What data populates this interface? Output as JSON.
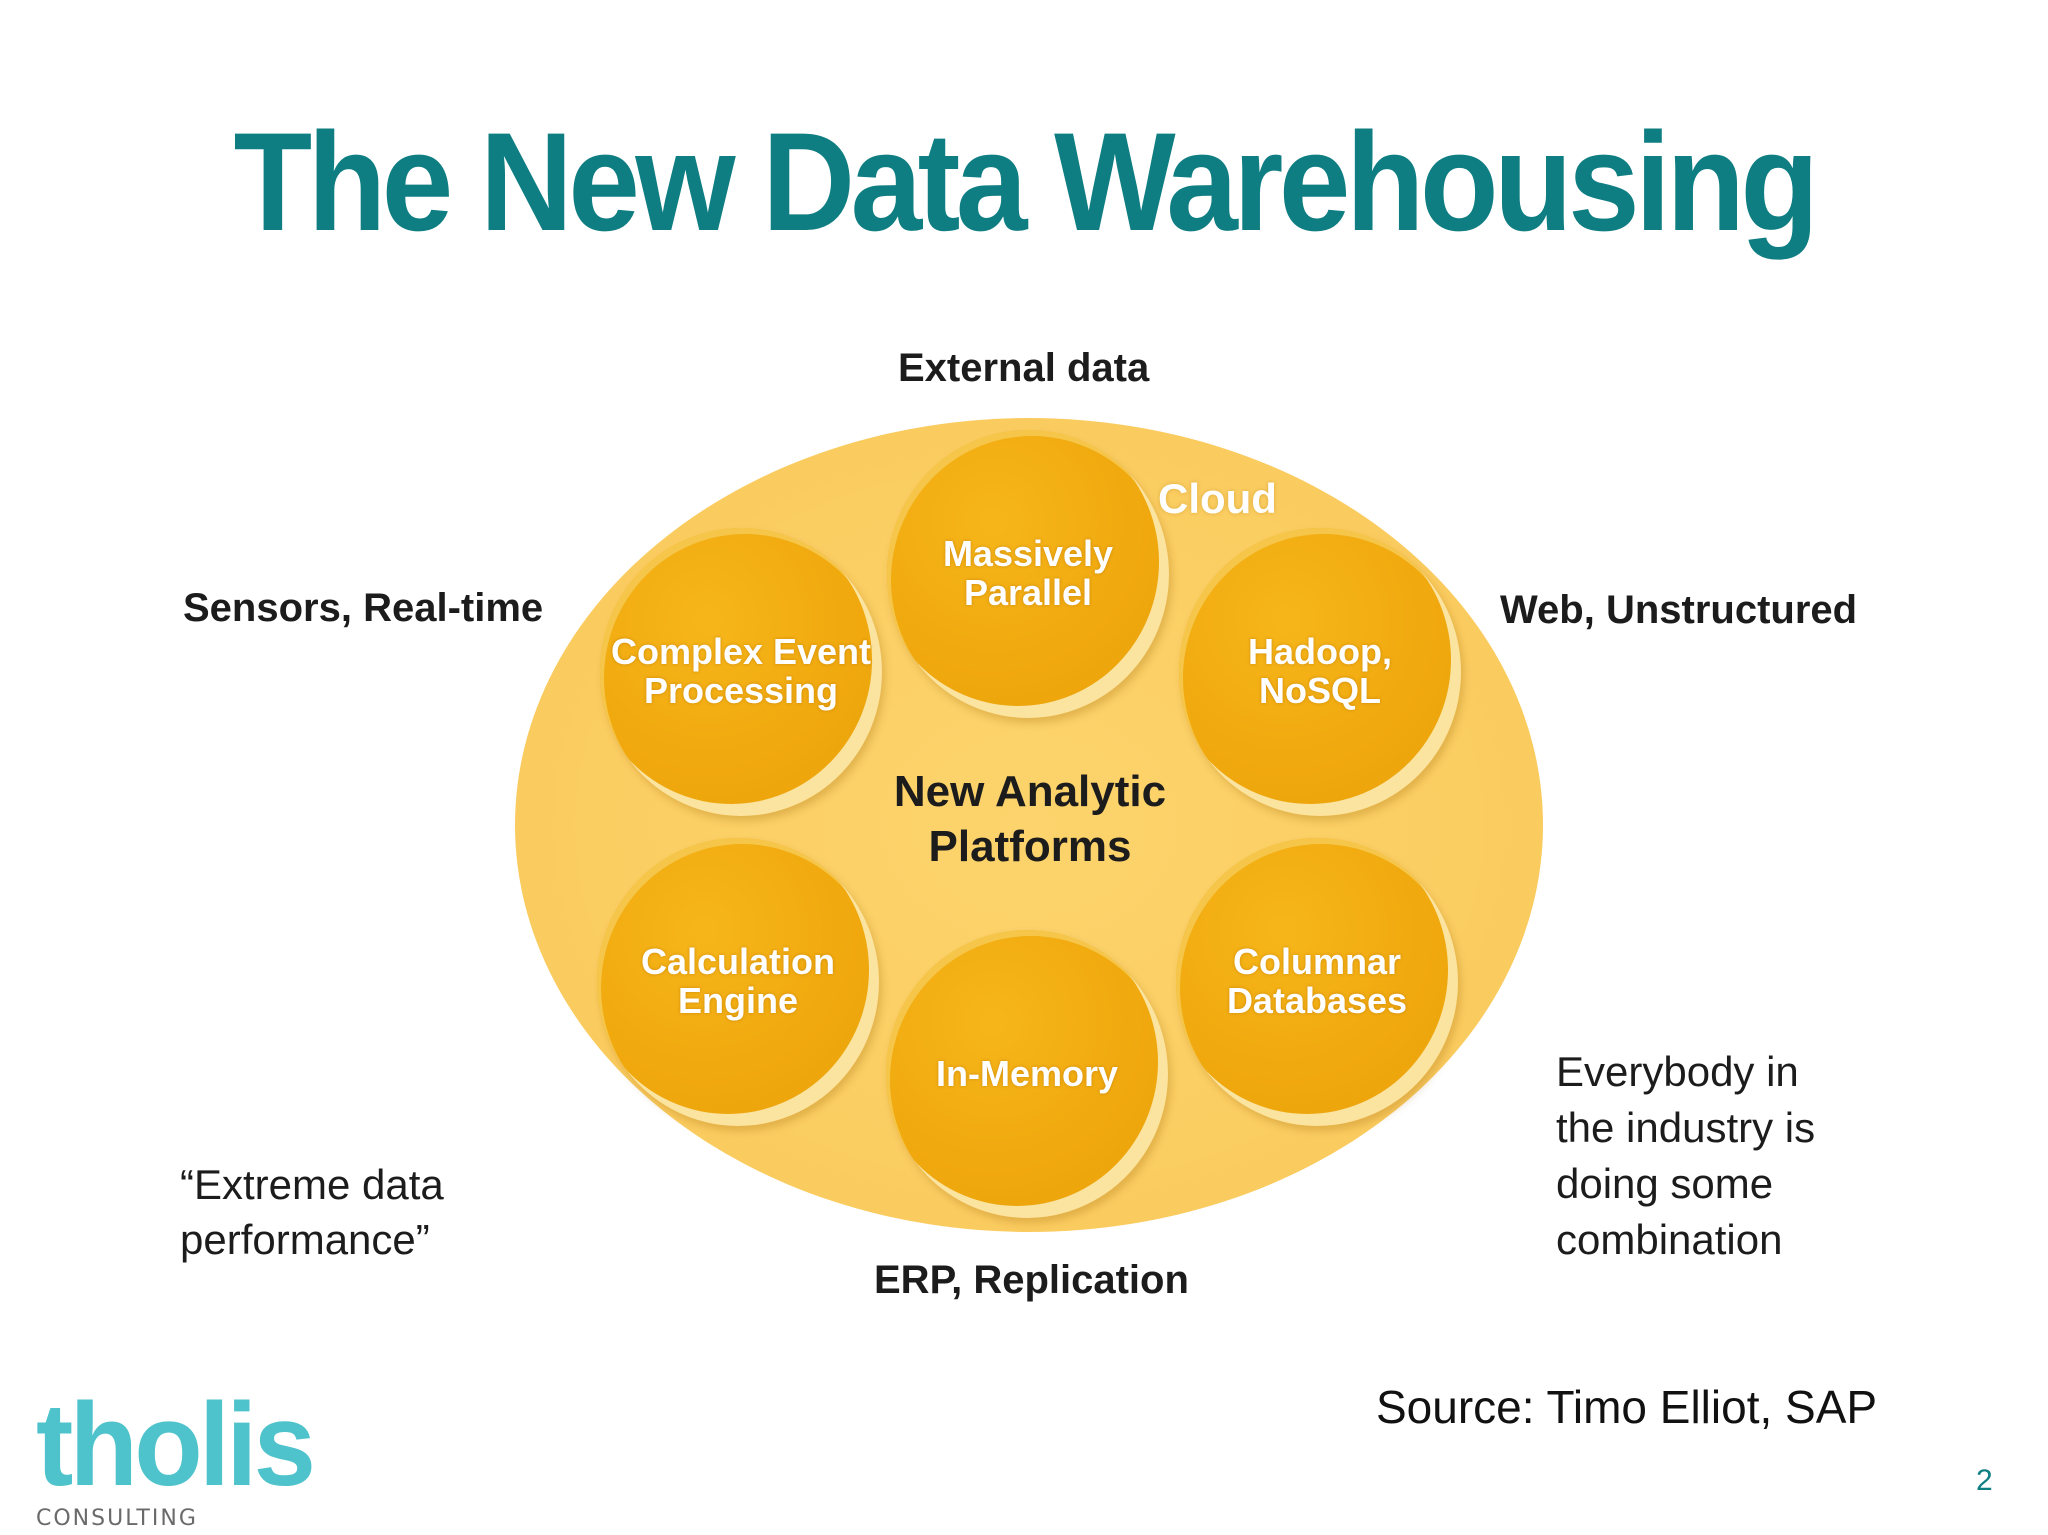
{
  "slide": {
    "title": "The New Data Warehousing",
    "page_number": "2",
    "source": "Source: Timo Elliot, SAP"
  },
  "diagram": {
    "outer_labels": {
      "top": "External data",
      "left": "Sensors, Real-time",
      "right": "Web, Unstructured",
      "bottom": "ERP, Replication"
    },
    "ellipse_label": "Cloud",
    "center_label": "New Analytic\nPlatforms",
    "circles": [
      {
        "id": "massively-parallel",
        "label": "Massively\nParallel"
      },
      {
        "id": "complex-event",
        "label": "Complex Event\nProcessing"
      },
      {
        "id": "hadoop",
        "label": "Hadoop,\nNoSQL"
      },
      {
        "id": "calculation-engine",
        "label": "Calculation\nEngine"
      },
      {
        "id": "columnar",
        "label": "Columnar\nDatabases"
      },
      {
        "id": "in-memory",
        "label": "In-Memory"
      }
    ],
    "colors": {
      "ellipse": "#fbce62",
      "circle": "#f0a90e",
      "title": "#0f7e82"
    }
  },
  "annotations": {
    "quote": "“Extreme data\n performance”",
    "note": "Everybody in\nthe industry is\ndoing some\ncombination"
  },
  "logo": {
    "word": "tholis",
    "sub": "CONSULTING",
    "color": "#4ec3cc"
  }
}
